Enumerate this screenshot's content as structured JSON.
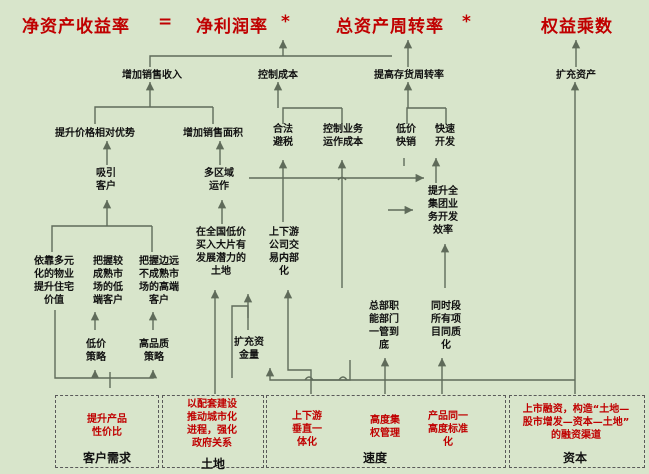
{
  "formula": {
    "roe": "净资产收益率",
    "eq": "=",
    "net_margin": "净利润率",
    "times1": "*",
    "asset_turnover": "总资产周转率",
    "times2": "*",
    "equity_multiplier": "权益乘数"
  },
  "nodes": {
    "increase_sales": "增加销售收入",
    "control_cost": "控制成本",
    "inventory_turnover": "提高存货周转率",
    "expand_assets": "扩充资产",
    "price_advantage": "提升价格相对优势",
    "sales_area": "增加销售面积",
    "tax_avoid": "合法\n避税",
    "business_cost": "控制业务\n运作成本",
    "low_price_fast_sales": "低价\n快销",
    "fast_development": "快速\n开发",
    "attract_customers": "吸引\n客户",
    "multi_region": "多区域\n运作",
    "group_dev_efficiency": "提升全\n集团业\n务开发\n效率",
    "property_value": "依靠多元\n化的物业\n提升住宅\n价值",
    "low_end_customers": "把握较\n成熟市\n场的低\n端客户",
    "high_end_customers": "把握边远\n不成熟市\n场的高端\n客户",
    "low_cost_land": "在全国低价\n买入大片有\n发展潜力的\n土地",
    "vertical_integration": "上下游\n公司交\n易内部\n化",
    "hq_management": "总部职\n能部门\n一管到\n底",
    "project_homogenize": "同时段\n所有项\n目同质\n化",
    "low_price_strategy": "低价\n策略",
    "quality_strategy": "高品质\n策略",
    "expand_capital": "扩充资\n金量"
  },
  "boxes": {
    "customer": {
      "items": [
        "提升产品\n性价比"
      ],
      "label": "客户需求"
    },
    "land": {
      "items": [
        "以配套建设\n推动城市化\n进程，强化\n政府关系"
      ],
      "label": "土地"
    },
    "speed": {
      "items": [
        "上下游\n垂直一\n体化",
        "高度集\n权管理",
        "产品同一\n高度标准\n化"
      ],
      "label": "速度"
    },
    "capital": {
      "items": [
        "上市融资，构造“土地—\n股市增发—资本—土地”\n的融资渠道"
      ],
      "label": "资本"
    }
  },
  "colors": {
    "background": "#d8e5cb",
    "accent": "#c00000",
    "line": "#5f6b5a"
  }
}
